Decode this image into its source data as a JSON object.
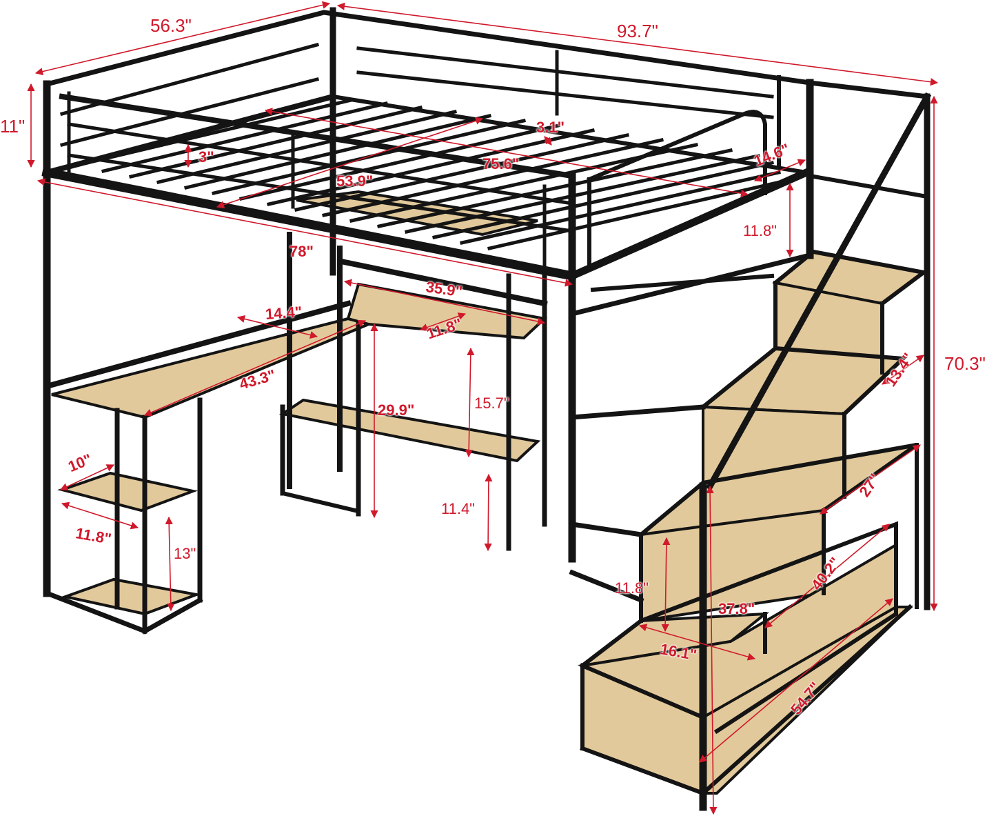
{
  "diagram": {
    "subject": "Full-size metal loft bed with L-shaped desk, side shelves and storage staircase",
    "colors": {
      "frame": "#141414",
      "wood": "#e2c99b",
      "wood_edge": "#c9ad7d",
      "dimension": "#d0192b",
      "background": "#ffffff"
    },
    "dimensions": {
      "overall_width": "56.3\"",
      "overall_length": "93.7\"",
      "overall_height": "70.3\"",
      "guardrail_height": "11\"",
      "rail_gap": "3\"",
      "slat_gap": "3.1\"",
      "mattress_width": "53.9\"",
      "mattress_length": "75.6\"",
      "ladder_opening": "14.6\"",
      "stair_top_clearance": "11.8\"",
      "under_bed_length": "78\"",
      "desk_long_side": "35.9\"",
      "desk_corner_depth": "14.4\"",
      "desk_shelf_depth": "11.8\"",
      "desk_short_side": "43.3\"",
      "desk_height": "29.9\"",
      "desk_shelf_gap": "15.7\"",
      "desk_shelf_clearance": "11.4\"",
      "side_shelf_width": "10\"",
      "side_shelf_depth": "11.8\"",
      "side_shelf_gap": "13\"",
      "stair_step_depth": "13.4\"",
      "stair_step_2": "27\"",
      "stair_step_3": "40.2\"",
      "stair_step_4": "54.7\"",
      "stair_riser_height": "11.8\"",
      "stair_inner_height": "37.8\"",
      "stair_step_width": "16.1\""
    }
  }
}
